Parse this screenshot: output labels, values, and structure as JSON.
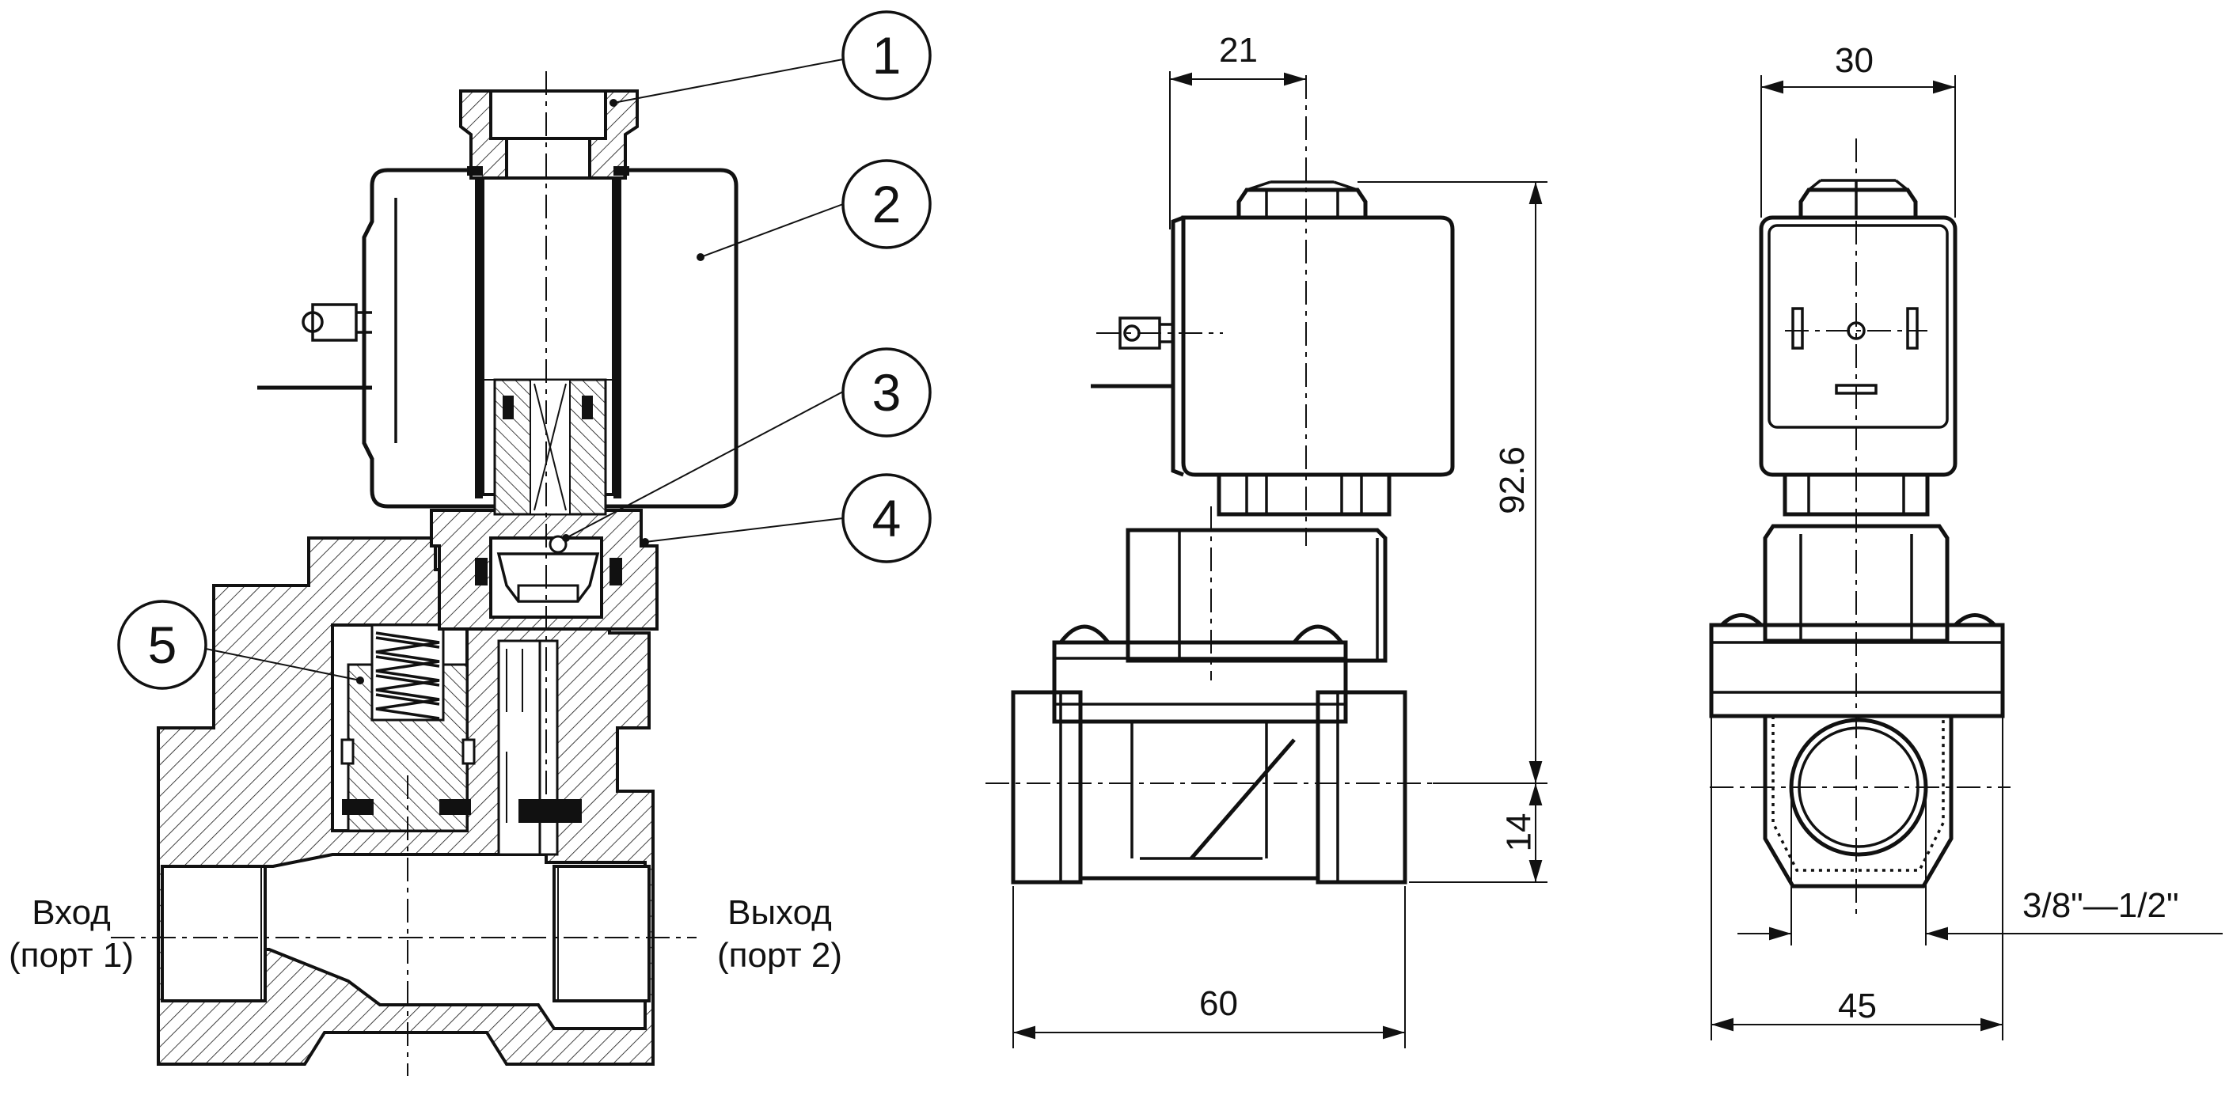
{
  "callouts": [
    "1",
    "2",
    "3",
    "4",
    "5"
  ],
  "ports": {
    "inlet_line1": "Вход",
    "inlet_line2": "(порт 1)",
    "outlet_line1": "Выход",
    "outlet_line2": "(порт 2)"
  },
  "dimensions": {
    "side_top": "21",
    "side_height": "92.6",
    "side_pipe_offset": "14",
    "side_length": "60",
    "front_top": "30",
    "front_thread": "3/8\"—1/2\"",
    "front_width": "45"
  }
}
